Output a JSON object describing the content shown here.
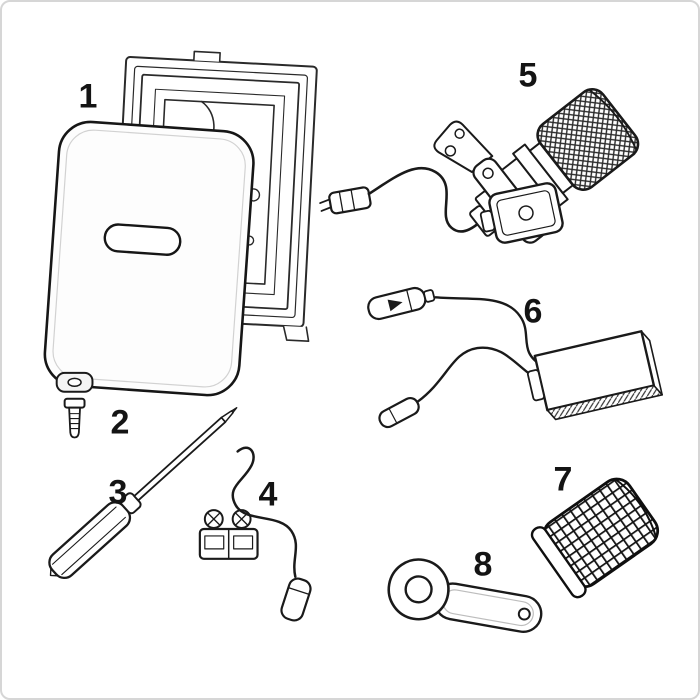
{
  "diagram": {
    "parts": [
      {
        "label": "1",
        "name": "flush-plate-with-mounting-frame"
      },
      {
        "label": "2",
        "name": "fixing-screw-and-washer"
      },
      {
        "label": "3",
        "name": "screwdriver-tool"
      },
      {
        "label": "4",
        "name": "terminal-block-with-sensor-cable"
      },
      {
        "label": "5",
        "name": "solenoid-valve-with-cable-and-filter"
      },
      {
        "label": "6",
        "name": "connection-cables-with-electronics-module"
      },
      {
        "label": "7",
        "name": "filter-strainer-mesh"
      },
      {
        "label": "8",
        "name": "flat-mounting-wrench"
      }
    ]
  },
  "colors": {
    "background": "#ffffff",
    "line": "#1a1a1a",
    "frame_border": "#d6d6d6"
  }
}
